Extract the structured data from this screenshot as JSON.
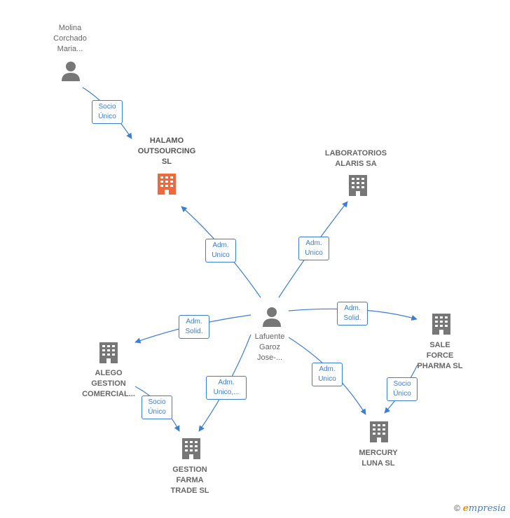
{
  "colors": {
    "edge": "#3b7fd4",
    "building": "#777777",
    "highlight_building": "#f0683c",
    "person": "#777777"
  },
  "nodes": {
    "molina": {
      "label": "Molina\nCorchado\nMaria...",
      "icon": "person-icon"
    },
    "halamo": {
      "label": "HALAMO\nOUTSOURCING\nSL",
      "icon": "building-icon"
    },
    "laboratorios": {
      "label": "LABORATORIOS\nALARIS SA",
      "icon": "building-icon"
    },
    "lafuente": {
      "label": "Lafuente\nGaroz\nJose-...",
      "icon": "person-icon"
    },
    "alego": {
      "label": "ALEGO\nGESTION\nCOMERCIAL...",
      "icon": "building-icon"
    },
    "sale_force": {
      "label": "SALE\nFORCE\nPHARMA SL",
      "icon": "building-icon"
    },
    "gestion_farma": {
      "label": "GESTION\nFARMA\nTRADE  SL",
      "icon": "building-icon"
    },
    "mercury": {
      "label": "MERCURY\nLUNA SL",
      "icon": "building-icon"
    }
  },
  "edges": {
    "molina_halamo": "Socio\nÚnico",
    "lafuente_halamo": "Adm.\nUnico",
    "lafuente_laboratorios": "Adm.\nUnico",
    "lafuente_sale_force": "Adm.\nSolid.",
    "lafuente_alego": "Adm.\nSolid.",
    "lafuente_gestion": "Adm.\nUnico,...",
    "lafuente_mercury": "Adm.\nUnico",
    "alego_gestion": "Socio\nÚnico",
    "sale_force_mercury": "Socio\nÚnico"
  },
  "brand": {
    "copyright": "©",
    "e": "e",
    "rest": "mpresia"
  }
}
